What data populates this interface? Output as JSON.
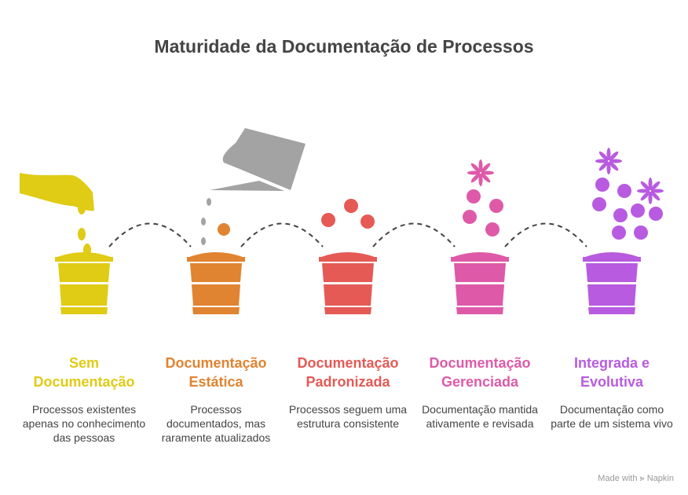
{
  "title": "Maturidade da Documentação de Processos",
  "stages": [
    {
      "name": "Sem Documentação",
      "lines": [
        "Sem",
        "Documentação"
      ],
      "description": "Processos existentes apenas no conhecimento das pessoas",
      "color": "#E0CB15"
    },
    {
      "name": "Documentação Estática",
      "lines": [
        "Documentação",
        "Estática"
      ],
      "description": "Processos documentados, mas raramente atualizados",
      "color": "#E08431"
    },
    {
      "name": "Documentação Padronizada",
      "lines": [
        "Documentação",
        "Padronizada"
      ],
      "description": "Processos seguem uma estrutura consistente",
      "color": "#E55A55"
    },
    {
      "name": "Documentação Gerenciada",
      "lines": [
        "Documentação",
        "Gerenciada"
      ],
      "description": "Documentação mantida ativamente e revisada",
      "color": "#DE5AA8"
    },
    {
      "name": "Integrada e Evolutiva",
      "lines": [
        "Integrada e",
        "Evolutiva"
      ],
      "description": "Documentação como parte de um sistema vivo",
      "color": "#B85BE0"
    }
  ],
  "footer": "Made with ⪢ Napkin",
  "colors": {
    "watering_can": "#A3A3A3",
    "connector": "#444444",
    "text": "#444444"
  }
}
